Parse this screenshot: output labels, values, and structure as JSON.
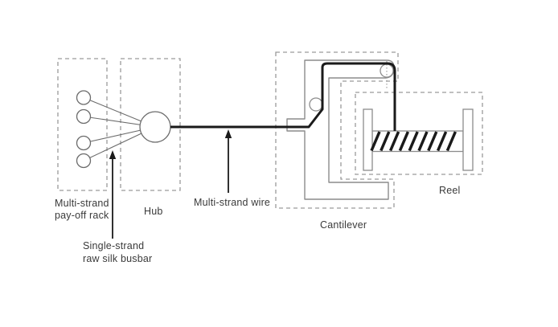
{
  "figure": {
    "type": "wire-drawing-machine-diagram",
    "labels": {
      "payoff_rack": {
        "line1": "Multi-strand",
        "line2": "pay-off rack"
      },
      "hub": "Hub",
      "multi_strand_wire": "Multi-strand wire",
      "busbar": {
        "line1": "Single-strand",
        "line2": "raw silk busbar"
      },
      "cantilever": "Cantilever",
      "reel": "Reel"
    },
    "colors": {
      "background": "#ffffff",
      "wire": "#1a1a1a",
      "structure": "#8c8c8c",
      "outline": "#6b6b6b",
      "dashed_border": "#9a9a9a",
      "text": "#3a3a3a"
    },
    "counts": {
      "payoff_strands": 4,
      "guide_pulleys": 2,
      "coil_turns": 9
    }
  }
}
